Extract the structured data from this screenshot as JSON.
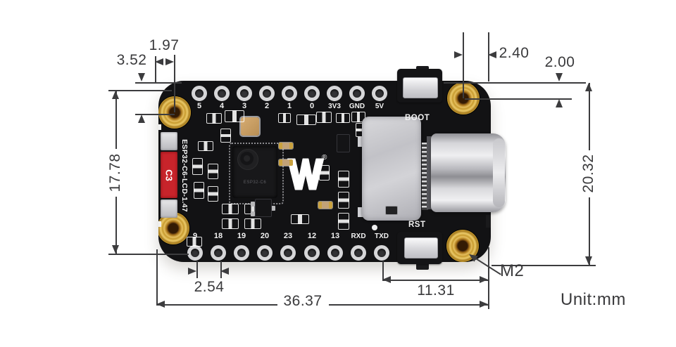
{
  "unit_note": "Unit:mm",
  "dimensions": {
    "pin_to_hole_offset": "1.97",
    "top_edge_to_left_hole": "3.52",
    "right_hole_to_edge": "2.40",
    "top_edge_to_right_hole": "2.00",
    "header_row_spacing": "17.78",
    "board_height": "20.32",
    "pin_pitch": "2.54",
    "board_width": "36.37",
    "txd_to_right_edge": "11.31",
    "mount_hole_label": "M2"
  },
  "board": {
    "silkscreen_name": "ESP32-C6-LCD-1.47",
    "top_pins": [
      "5",
      "4",
      "3",
      "2",
      "1",
      "0",
      "3V3",
      "GND",
      "5V"
    ],
    "bottom_pins": [
      "9",
      "18",
      "19",
      "20",
      "23",
      "12",
      "13",
      "RXD",
      "TXD"
    ],
    "boot_button_label": "BOOT",
    "reset_button_label": "RST",
    "c3_marking": "C3",
    "chip_marking": "ESP32-C6",
    "logo_letter": "W",
    "logo_registered": "®"
  },
  "colors": {
    "dimension_ink": "#3c3c3e",
    "pcb_black": "#121214",
    "mount_gold": "#d2a13d",
    "component_red": "#c8242b",
    "metal_silver": "#cfd0d4"
  }
}
